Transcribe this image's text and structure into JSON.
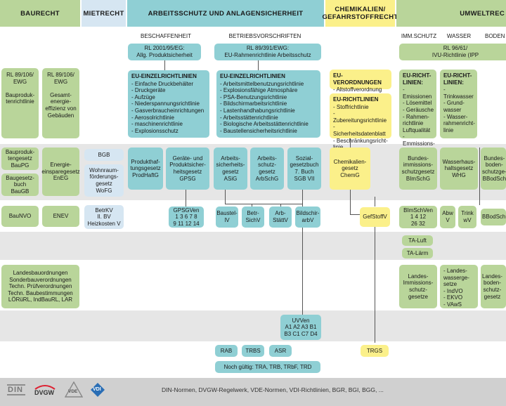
{
  "headers": {
    "baurecht": "BAURECHT",
    "mietrecht": "MIETRECHT",
    "arbeitsschutz": "ARBEITSSCHUTZ UND ANLAGENSICHERHEIT",
    "chemikalien": "CHEMIKALIEN/\nGEFAHRSTOFFRECHT",
    "umweltrecht": "UMWELTREC"
  },
  "subheaders": {
    "beschaffenheit": "BESCHAFFENHEIT",
    "betriebsvorschriften": "BETRIEBSVORSCHRIFTEN",
    "immschutz": "IMM.SCHUTZ",
    "wasser": "WASSER",
    "boden": "BODEN"
  },
  "directives": {
    "rl2001": "RL 2001/95/EG:\nAllg. Produktsicherheit",
    "rl89391": "RL 89/391/EWG:\nEU-Rahmenrichtlinie Arbeitsschutz",
    "rl9661": "RL 96/61/\nIVU-Richtlinie (IPP"
  },
  "baurecht": {
    "rl106": "RL 89/106/\nEWG\n\nBauproduk-\ntenrichtlinie",
    "rl106b": "RL 89/106/\nEWG\n\nGesamt-\nenergie-\neffizienz von\nGebäuden",
    "bauprodukt": "Bauproduk-\ntengesetz\nBauPG",
    "baugesetz": "Baugesetz-\nbuch\nBauGB",
    "energie": "Energie-\neinsparegesetz\nEnEG",
    "baunvo": "BauNVO",
    "enev": "ENEV",
    "landes": "Landesbauordnungen\nSonderbauverordnungen\nTechn. Prüfverordnungen\nTechn. Baubestimmungen\nLÖRüRL, IndBauRL, LAR"
  },
  "mietrecht": {
    "bgb": "BGB",
    "wofg": "Wohnraum-\nförderungs-\ngesetz\nWoFG",
    "betrkv": "BetrKV\nII. BV\nHeizkosten V"
  },
  "eu_einzel_1": {
    "title": "EU-EINZELRICHTLINIEN",
    "items": "- Einfache Druckbehälter\n- Druckgeräte\n- Aufzüge\n- Niederspannungsrichtlinie\n- Gasverbraucheinrichtungen\n- Aerosolrichtlinie\n- maschinenrichtlinie\n- Explosionsschutz"
  },
  "eu_einzel_2": {
    "title": "EU-EINZELRICHTLINIEN",
    "items": "- Arbeitsmittelbenutzungsrichtlinie\n- Explosionsfähige Atmosphäre\n- PSA-Benutzungsrichtlinie\n- Bildschirmarbeitsrichtlinie\n- Lastenhandhabungsrichtlinie\n- Arbeitsstättenrichtlinie\n- Biologische Arbeitsstättenrichtlinie\n- Baustellensicherheitsrichtlinie"
  },
  "arbeitsschutz": {
    "prodhaft": "Produkthaf-\ntungsgesetz\nProdHaftG",
    "gpsg": "Geräte- und\nProduktsicher-\nheitsgesetz\nGPSG",
    "asig": "Arbeits-\nsicherheits-\ngesetz\nASiG",
    "arbschg": "Arbeits-\nschutz-\ngesetz\nArbSchG",
    "sgb": "Sozial-\ngesetzbuch\n7. Buch\nSGB VII",
    "gpsgven": "GPSGVen\n1 3 6 7 8\n9 11 12 14",
    "baustellv": "Baustel-\nlV",
    "betrsichv": "Betr-\nSichV",
    "arbstattv": "Arb-\nStättV",
    "bildscharbv": "Bildschir-\narbV",
    "uvven": "UVVen\nA1 A2 A3 B1\nB3 C1 C7 D4",
    "rab": "RAB",
    "trbs": "TRBS",
    "asr": "ASR",
    "noch": "Noch gültig: TRA, TRB, TRbF, TRD"
  },
  "chemikalien": {
    "euvo_title": "EU-VERORDNUNGEN",
    "euvo_items": "- Altstoffverordnung",
    "eurl_title": "EU-RICHTLINIEN",
    "eurl_items": "- Stoffrichtlinie\n- Zubereitungsrichtlinie\n- Sicherheitsdatenblatt\n- Beschränkungsricht-\n  linie",
    "chemg": "Chemikalien-\ngesetz\nChemG",
    "gefstoffv": "GefStoffV",
    "trgs": "TRGS"
  },
  "umwelt": {
    "eurl1_title": "EU-RICHT-\nLINIEN:",
    "eurl1_items": "- Emissionen\n- Lösemittel\n- Geräusche\n- Rahmen-\n  richtlinie\n  Luftqualität\n- Emmissions-\n  handel",
    "eurl2_title": "EU-RICHT-\nLINIEN:",
    "eurl2_items": "- Trinkwasser\n- Grund-\n  wasser\n- Wasser-\n  rahmenricht-\n  linie",
    "bimschg": "Bundes-\nimmissions-\nschutzgesetz\nBImSchG",
    "whg": "Wasserhaus-\nhaltsgesetz\nWHG",
    "bbodschg": "Bundes-\nboden-\nschutzge-\nBBodSch",
    "bimschven": "BImSchVen\n1 4 12\n26 32",
    "abwv": "Abw\nV",
    "trinkwv": "Trink\nwV",
    "bbodschv": "BBodSch",
    "taluft": "TA-Luft",
    "talaerm": "TA-Lärm",
    "landes_imm": "Landes-\nImmissions-\nschutz-\ngesetze",
    "landes_wasser": "- Landes-\n  wasserge-\n  setze\n- IndVO\n- EKVO\n- VAwS",
    "landes_boden": "Landes-\nboden-\nschutz-\ngesetz"
  },
  "footer": {
    "logos": [
      "DIN",
      "DVGW",
      "VDE",
      "VDI"
    ],
    "text": "DIN-Normen, DVGW-Regelwerk, VDE-Normen, VDI-Richtlinien, BGR, BGI, BGG, ..."
  }
}
